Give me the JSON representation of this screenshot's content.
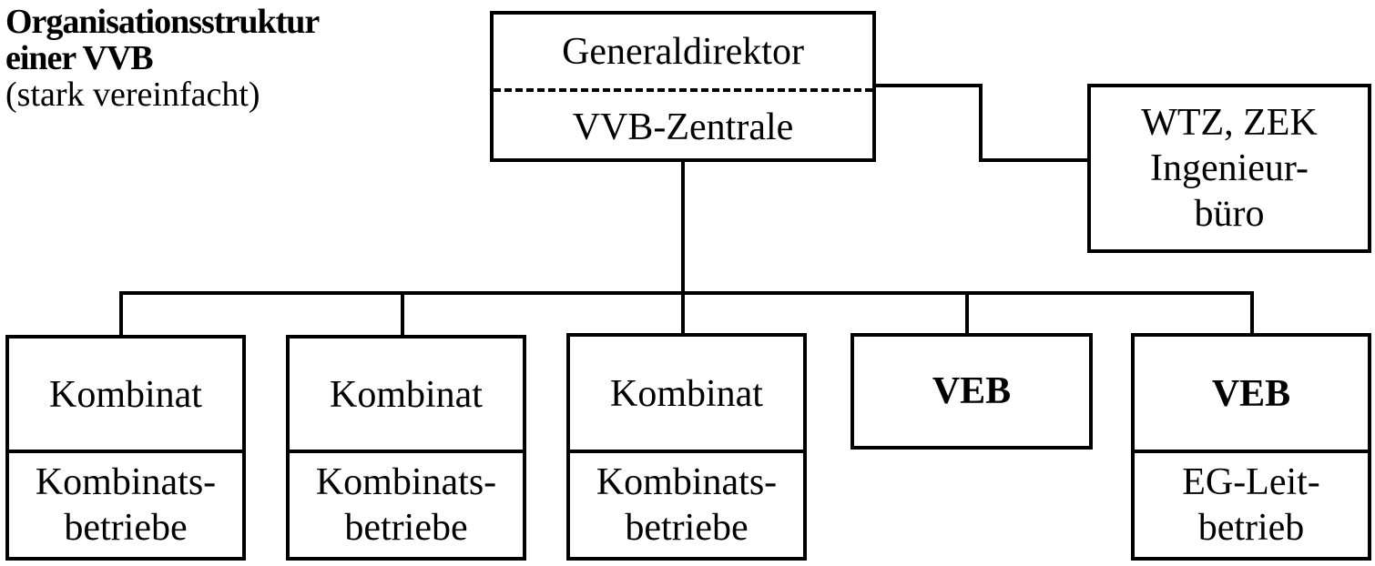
{
  "title": {
    "line1": "Organisationsstruktur",
    "line2": "einer VVB",
    "line3": "(stark vereinfacht)"
  },
  "top": {
    "upper": "Generaldirektor",
    "lower": "VVB-Zentrale"
  },
  "side": {
    "text": "WTZ, ZEK\nIngenieur-\nbüro"
  },
  "units": [
    {
      "head": "Kombinat",
      "sub": "Kombinats-\nbetriebe"
    },
    {
      "head": "Kombinat",
      "sub": "Kombinats-\nbetriebe"
    },
    {
      "head": "Kombinat",
      "sub": "Kombinats-\nbetriebe"
    },
    {
      "head": "VEB"
    },
    {
      "head": "VEB",
      "sub": "EG-Leit-\nbetrieb"
    }
  ]
}
